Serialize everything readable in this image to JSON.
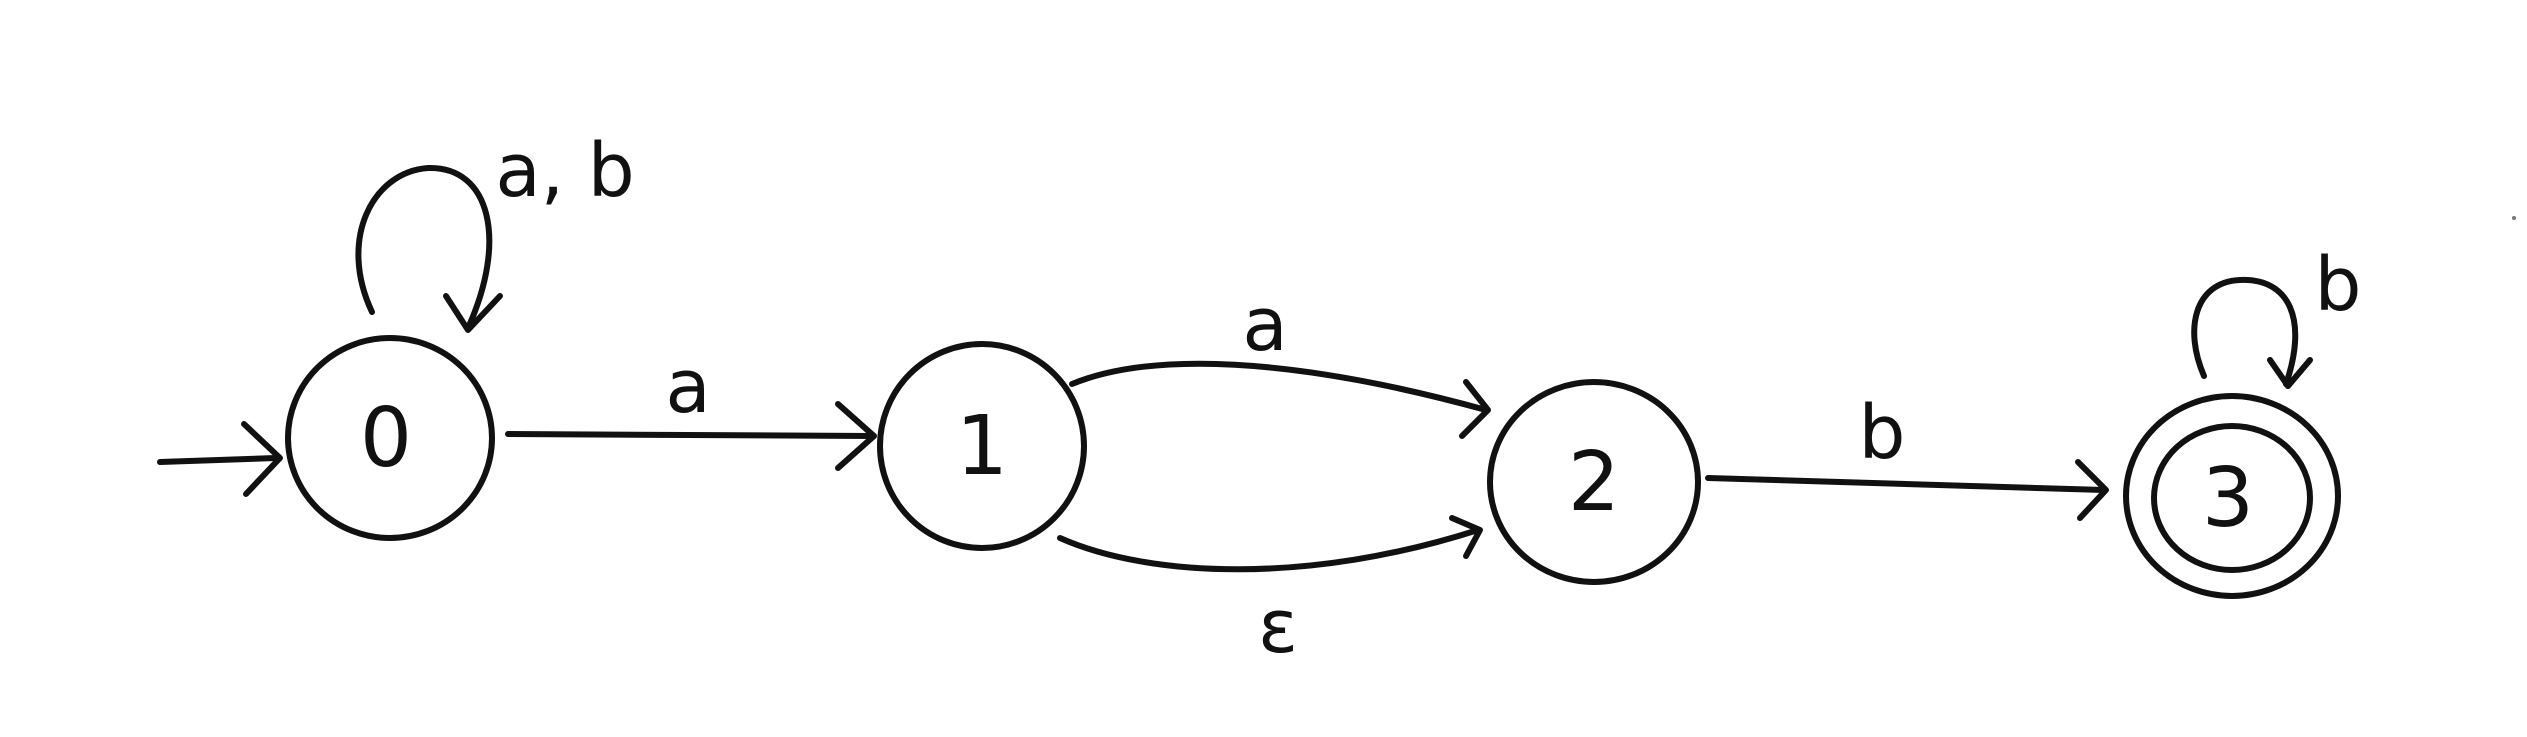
{
  "automaton": {
    "states": [
      {
        "id": "q0",
        "label": "0",
        "initial": true,
        "accepting": false
      },
      {
        "id": "q1",
        "label": "1",
        "initial": false,
        "accepting": false
      },
      {
        "id": "q2",
        "label": "2",
        "initial": false,
        "accepting": false
      },
      {
        "id": "q3",
        "label": "3",
        "initial": false,
        "accepting": true
      }
    ],
    "transitions": [
      {
        "from": "0",
        "to": "0",
        "label": "a, b"
      },
      {
        "from": "0",
        "to": "1",
        "label": "a"
      },
      {
        "from": "1",
        "to": "2",
        "label": "a"
      },
      {
        "from": "1",
        "to": "2",
        "label": "ε"
      },
      {
        "from": "2",
        "to": "3",
        "label": "b"
      },
      {
        "from": "3",
        "to": "3",
        "label": "b"
      }
    ]
  }
}
